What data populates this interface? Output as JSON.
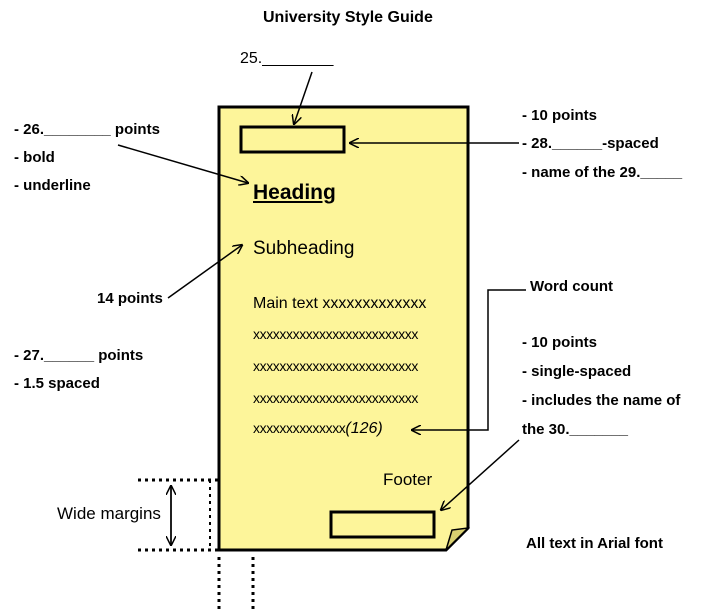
{
  "title": "University Style Guide",
  "blank_25": "25.________",
  "left_top": {
    "line1": "- 26.________ points",
    "line2": "- bold",
    "line3": "- underline"
  },
  "left_mid": {
    "label": "14 points"
  },
  "left_bottom": {
    "line1": "- 27.______ points",
    "line2": "-  1.5 spaced"
  },
  "right_top": {
    "line1": "- 10 points",
    "line2": "- 28.______-spaced",
    "line3": "- name of the 29._____"
  },
  "word_count": "Word count",
  "right_bottom": {
    "line1": "- 10 points",
    "line2": "- single-spaced",
    "line3": "- includes the name of",
    "line4": "the 30._______"
  },
  "all_text": "All text in Arial font",
  "wide_margins": "Wide margins",
  "page": {
    "heading": "Heading",
    "subheading": "Subheading",
    "main_line1": "Main text xxxxxxxxxxxxx",
    "main_line2": "xxxxxxxxxxxxxxxxxxxxxxxxx",
    "main_line3": "xxxxxxxxxxxxxxxxxxxxxxxxx",
    "main_line4": "xxxxxxxxxxxxxxxxxxxxxxxxx",
    "main_line5": "xxxxxxxxxxxxxx",
    "count": "(126)",
    "footer": "Footer"
  },
  "colors": {
    "page_fill": "#fdf59a",
    "fold": "#d9d070",
    "ink": "#000000"
  }
}
